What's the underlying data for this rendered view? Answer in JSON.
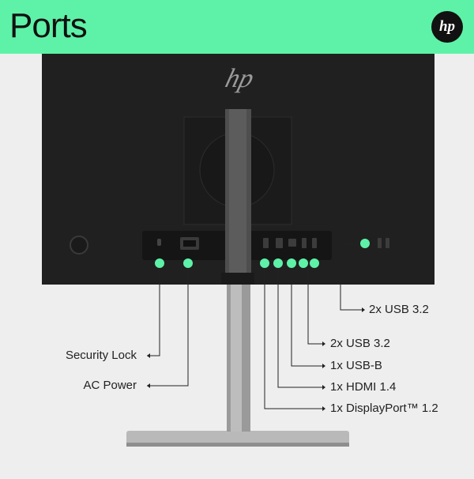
{
  "header": {
    "title": "Ports",
    "logo_text": "hp",
    "color": "#5ef2a8"
  },
  "monitor": {
    "back_logo_text": "hp"
  },
  "callouts": {
    "security_lock": "Security Lock",
    "ac_power": "AC Power",
    "usb32_side": "2x USB 3.2",
    "usb32_rear": "2x USB 3.2",
    "usb_b": "1x USB-B",
    "hdmi": "1x HDMI 1.4",
    "displayport": "1x DisplayPort™ 1.2"
  },
  "colors": {
    "accent": "#5ef2a8",
    "monitor": "#202020",
    "background": "#eeeeee"
  }
}
